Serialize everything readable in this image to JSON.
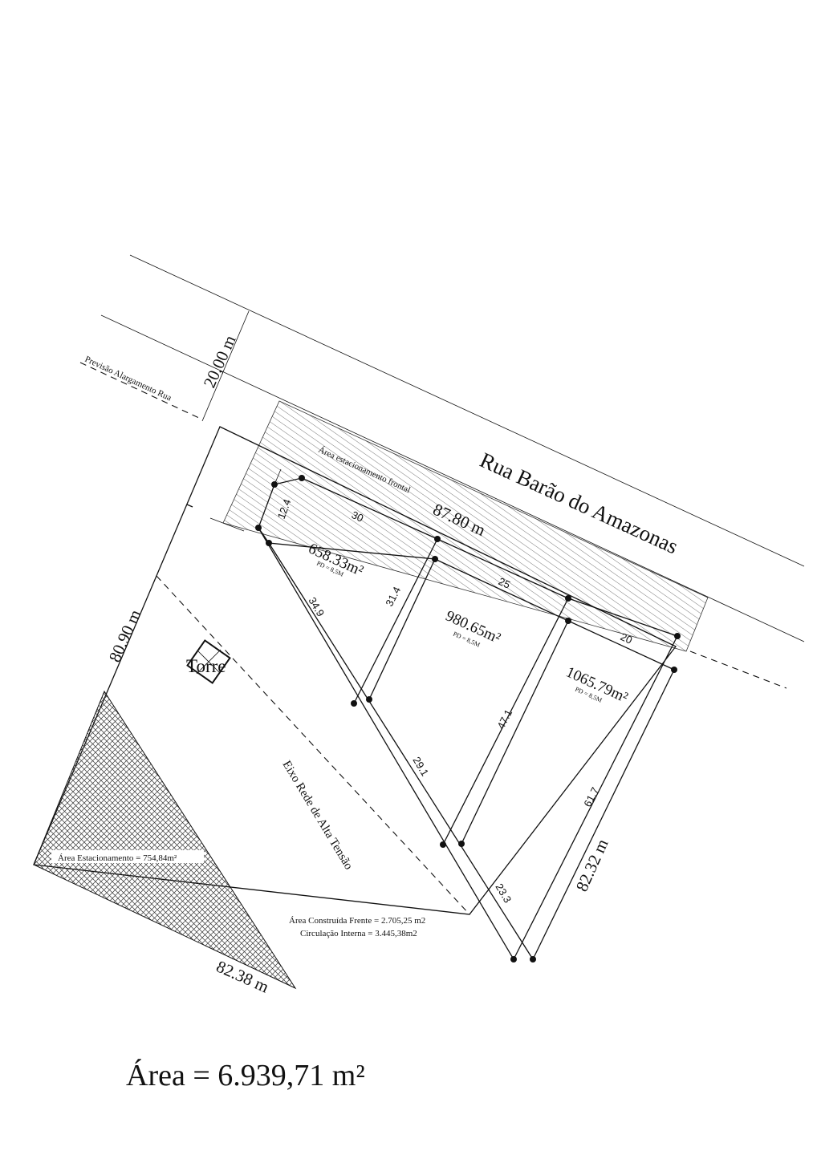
{
  "street": {
    "name": "Rua Barão do Amazonas",
    "width_label": "20,00 m",
    "widening_label": "Previsão Alargamento Rua",
    "front_parking_label": "Área estacionamento frontal"
  },
  "boundaries": {
    "front": "87.80 m",
    "left": "80.90 m",
    "right": "82.32 m",
    "bottom": "82.38 m"
  },
  "building": {
    "segments": {
      "s12_4": "12.4",
      "s30": "30",
      "s25": "25",
      "s20": "20",
      "s34_9": "34.9",
      "s31_4": "31.4",
      "s29_1": "29.1",
      "s47_1": "47.1",
      "s61_7": "61.7",
      "s23_3": "23.3"
    },
    "blocks": [
      {
        "area": "658.33m²",
        "pd": "PD = 8,5M"
      },
      {
        "area": "980.65m²",
        "pd": "PD = 8,5M"
      },
      {
        "area": "1065.79m²",
        "pd": "PD = 8,5M"
      }
    ]
  },
  "tower": {
    "label": "Torre"
  },
  "power_line": {
    "label": "Eixo Rede de Alta Tensão"
  },
  "parking_area": {
    "label": "Área Estacionamento = 754,84m²"
  },
  "summary": {
    "built_front": "Área Construída Frente = 2.705,25 m2",
    "internal_circulation": "Circulação Interna = 3.445,38m2"
  },
  "total_area": "Área = 6.939,71 m²"
}
